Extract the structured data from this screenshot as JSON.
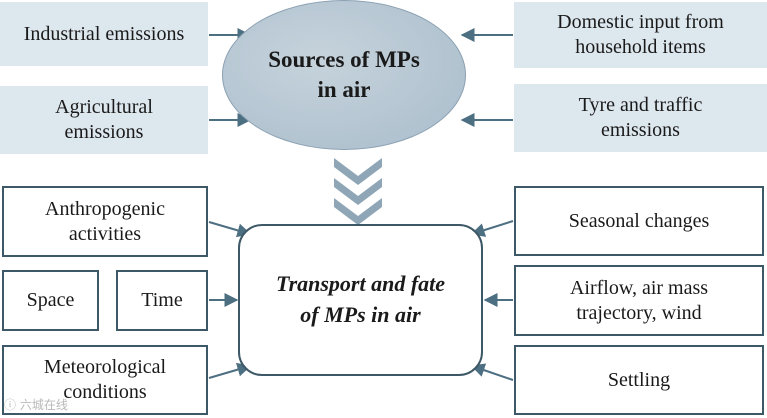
{
  "sources": {
    "title": "Sources of MPs\nin air",
    "industrial": "Industrial emissions",
    "agricultural": "Agricultural\nemissions",
    "domestic": "Domestic input from\nhousehold items",
    "tyre": "Tyre and traffic\nemissions"
  },
  "transport": {
    "title": "Transport and fate\nof MPs in air",
    "anthropogenic": "Anthropogenic\nactivities",
    "space": "Space",
    "time": "Time",
    "meteorological": "Meteorological\nconditions",
    "seasonal": "Seasonal changes",
    "airflow": "Airflow, air mass\ntrajectory, wind",
    "settling": "Settling"
  },
  "watermark": "ⓘ 六城在线",
  "colors": {
    "arrow": "#4d6f82",
    "chevron": "#8ea6b6",
    "border": "#3d5866",
    "shaded_fill": "#dde7ee"
  }
}
